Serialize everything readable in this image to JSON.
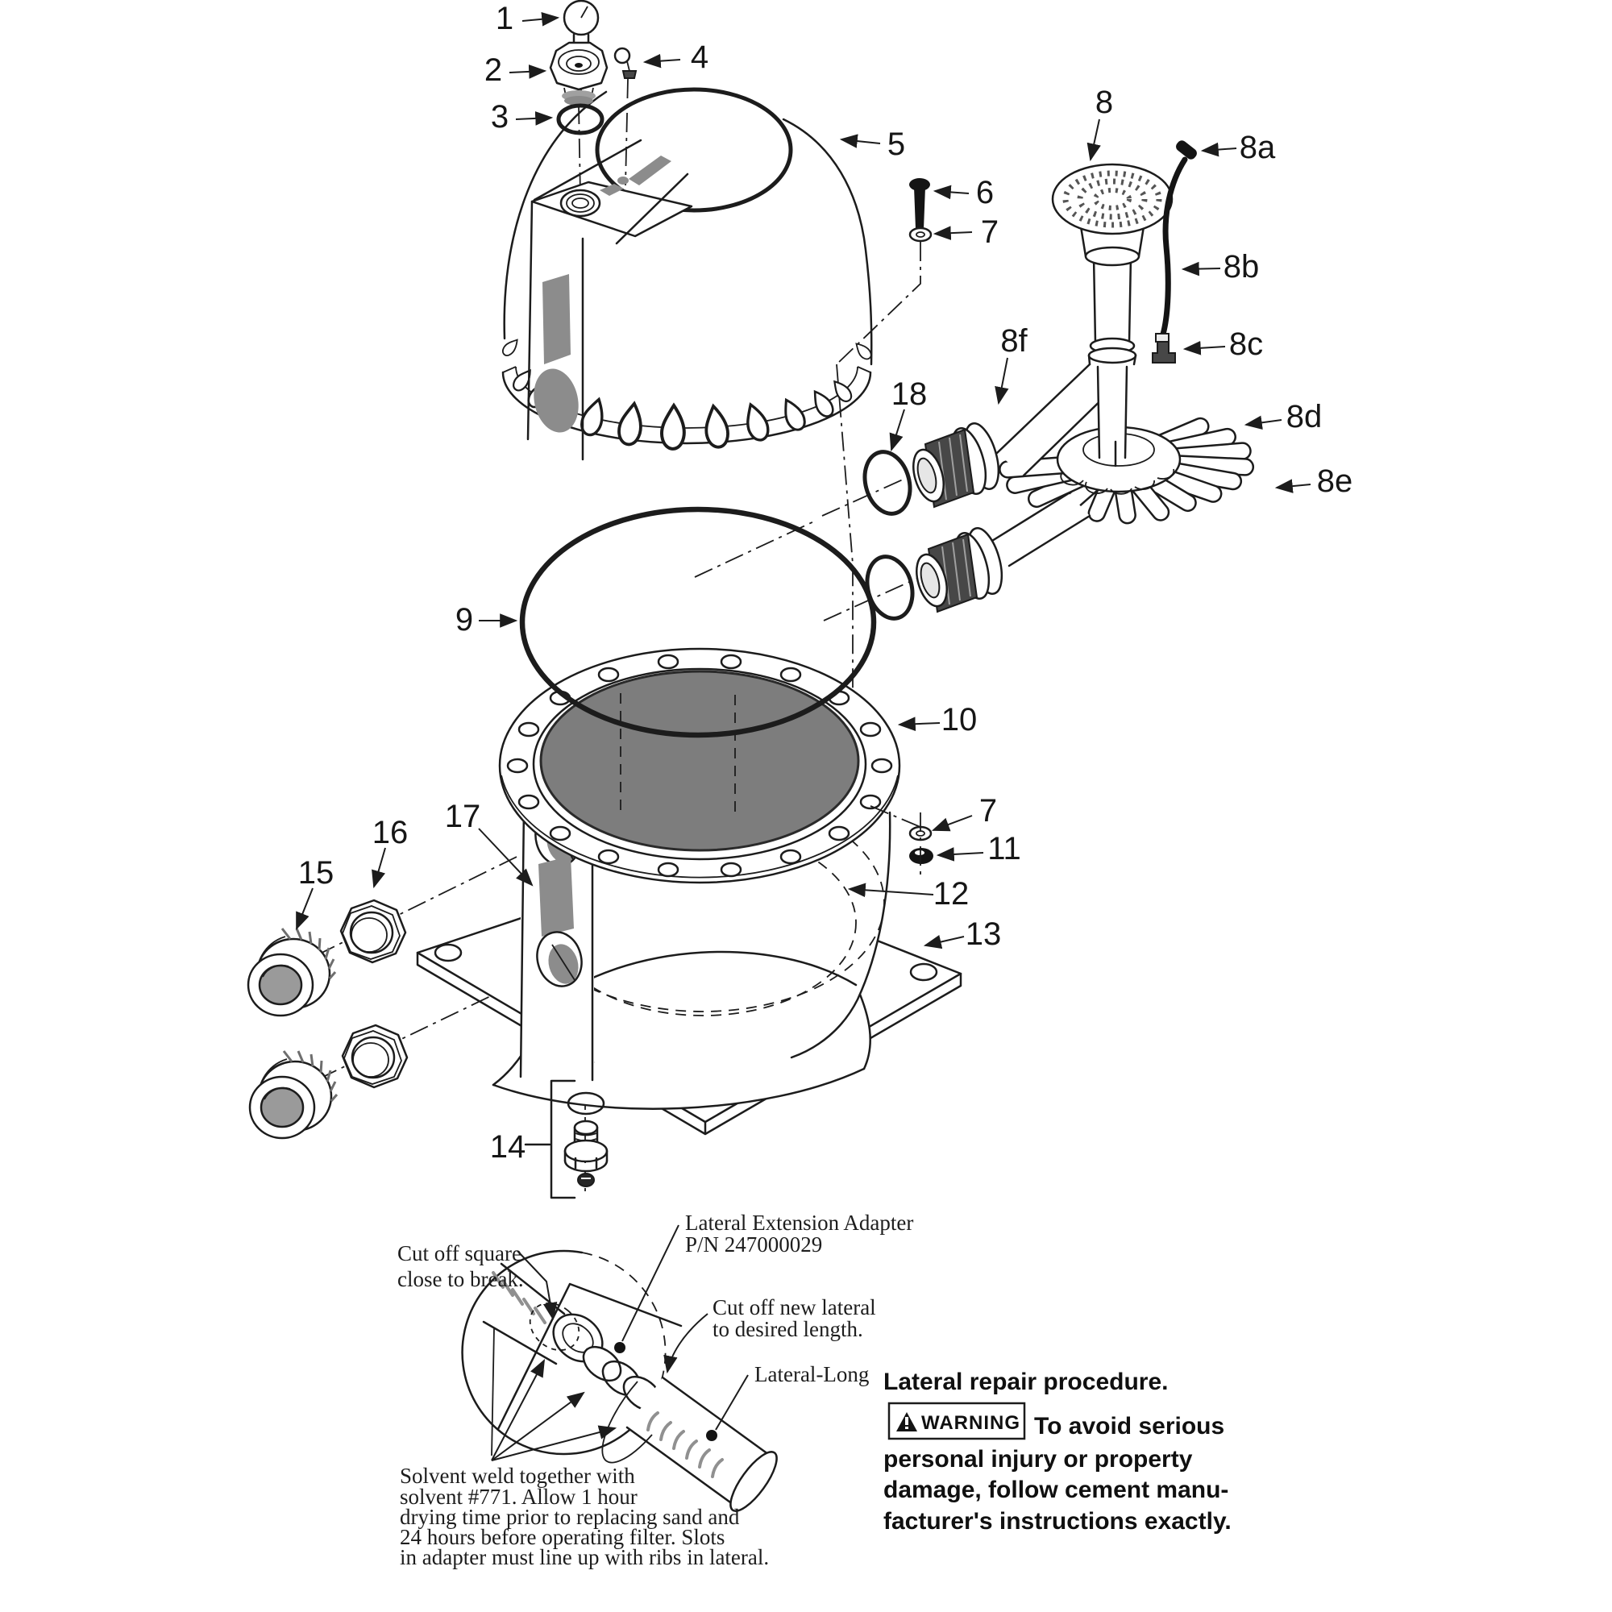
{
  "figure_type": "exploded-parts-diagram-sand-filter",
  "colors": {
    "ink": "#1c1c1c",
    "gray_fill": "#8c8c8c",
    "sand_fill": "#7d7d7d",
    "dark_fill": "#474747",
    "background": "#ffffff"
  },
  "icons": {
    "warning": "filled-triangle-exclamation"
  },
  "part_labels": {
    "p1": "1",
    "p2": "2",
    "p3": "3",
    "p4": "4",
    "p5": "5",
    "p6": "6",
    "p7": "7",
    "p8": "8",
    "p8a": "8a",
    "p8b": "8b",
    "p8c": "8c",
    "p8d": "8d",
    "p8e": "8e",
    "p8f": "8f",
    "p9": "9",
    "p10": "10",
    "p11": "11",
    "p12": "12",
    "p13": "13",
    "p14": "14",
    "p15": "15",
    "p16": "16",
    "p17": "17",
    "p18": "18"
  },
  "inset": {
    "cut_square_l1": "Cut off square",
    "cut_square_l2": "close to break.",
    "adapter_l1": "Lateral Extension Adapter",
    "adapter_l2": "P/N 247000029",
    "cut_new_l1": "Cut off new lateral",
    "cut_new_l2": "to desired length.",
    "lateral_long": "Lateral-Long",
    "solvent_l1": "Solvent weld together with",
    "solvent_l2": "solvent #771. Allow 1 hour",
    "solvent_l3": "drying time prior to replacing sand and",
    "solvent_l4": "24 hours before operating filter. Slots",
    "solvent_l5": "in adapter must line up with ribs in lateral."
  },
  "procedure": {
    "title": "Lateral repair procedure.",
    "warning_badge": "WARNING",
    "warning_l1": "To avoid serious",
    "warning_l2": "personal injury or property",
    "warning_l3": "damage, follow cement manu-",
    "warning_l4": "facturer's instructions exactly."
  }
}
